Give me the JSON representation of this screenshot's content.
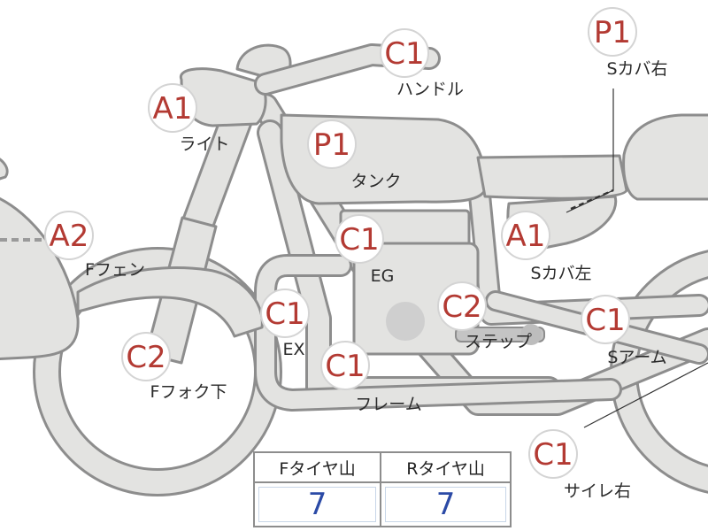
{
  "badges": [
    {
      "id": "handle",
      "grade": "C1",
      "label": "ハンドル"
    },
    {
      "id": "seat-cover-r",
      "grade": "P1",
      "label": "Sカバ右"
    },
    {
      "id": "light",
      "grade": "A1",
      "label": "ライト"
    },
    {
      "id": "tank",
      "grade": "P1",
      "label": "タンク"
    },
    {
      "id": "f-fender",
      "grade": "A2",
      "label": "Fフェン"
    },
    {
      "id": "engine",
      "grade": "C1",
      "label": "EG"
    },
    {
      "id": "seat-cover-l",
      "grade": "A1",
      "label": "Sカバ左"
    },
    {
      "id": "exhaust",
      "grade": "C1",
      "label": "EX"
    },
    {
      "id": "step",
      "grade": "C2",
      "label": "ステップ"
    },
    {
      "id": "swing-arm",
      "grade": "C1",
      "label": "Sアーム"
    },
    {
      "id": "f-fork",
      "grade": "C2",
      "label": "Fフォク下"
    },
    {
      "id": "frame",
      "grade": "C1",
      "label": "フレーム"
    },
    {
      "id": "silencer-r",
      "grade": "C1",
      "label": "サイレ右"
    }
  ],
  "tire_table": {
    "headers": [
      "Fタイヤ山",
      "Rタイヤ山"
    ],
    "values": [
      "7",
      "7"
    ]
  },
  "colors": {
    "grade_text": "#b33a33",
    "value_text": "#2b4aa6",
    "part_fill": "#e3e3e1",
    "part_stroke": "#8d8d8d"
  }
}
